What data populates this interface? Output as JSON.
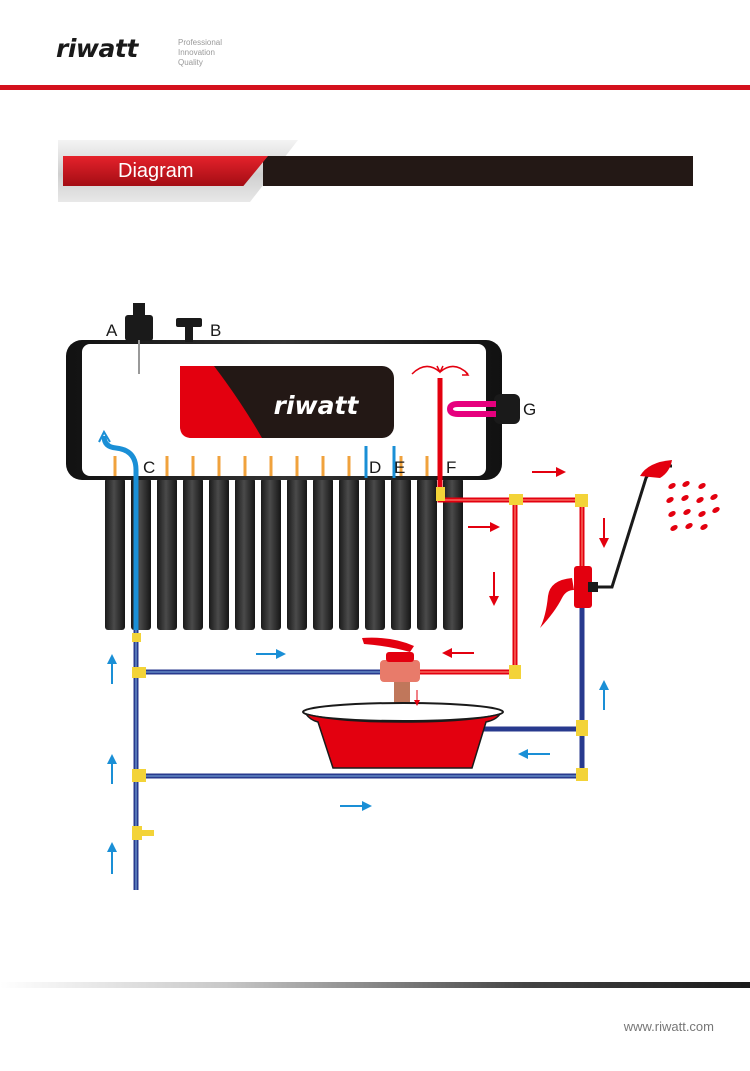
{
  "header": {
    "brand": "riwatt",
    "tagline": [
      "Professional",
      "Innovation",
      "Quality"
    ]
  },
  "section": {
    "title": "Diagram"
  },
  "diagram": {
    "tank_logo": "riwatt",
    "labels": {
      "a": "A",
      "b": "B",
      "c": "C",
      "d": "D",
      "e": "E",
      "f": "F",
      "g": "G"
    },
    "colors": {
      "hot": "#e3000f",
      "cold_pipe": "#283a8e",
      "cold_arrow": "#1a8fd6",
      "fitting": "#f3d338",
      "tube": "#3a3a3a",
      "element": "#e6007e"
    },
    "icons": {
      "shower": "shower-icon",
      "mixer": "mixing-valve-icon",
      "basin": "wash-basin-icon"
    }
  },
  "footer": {
    "website": "www.riwatt.com"
  }
}
